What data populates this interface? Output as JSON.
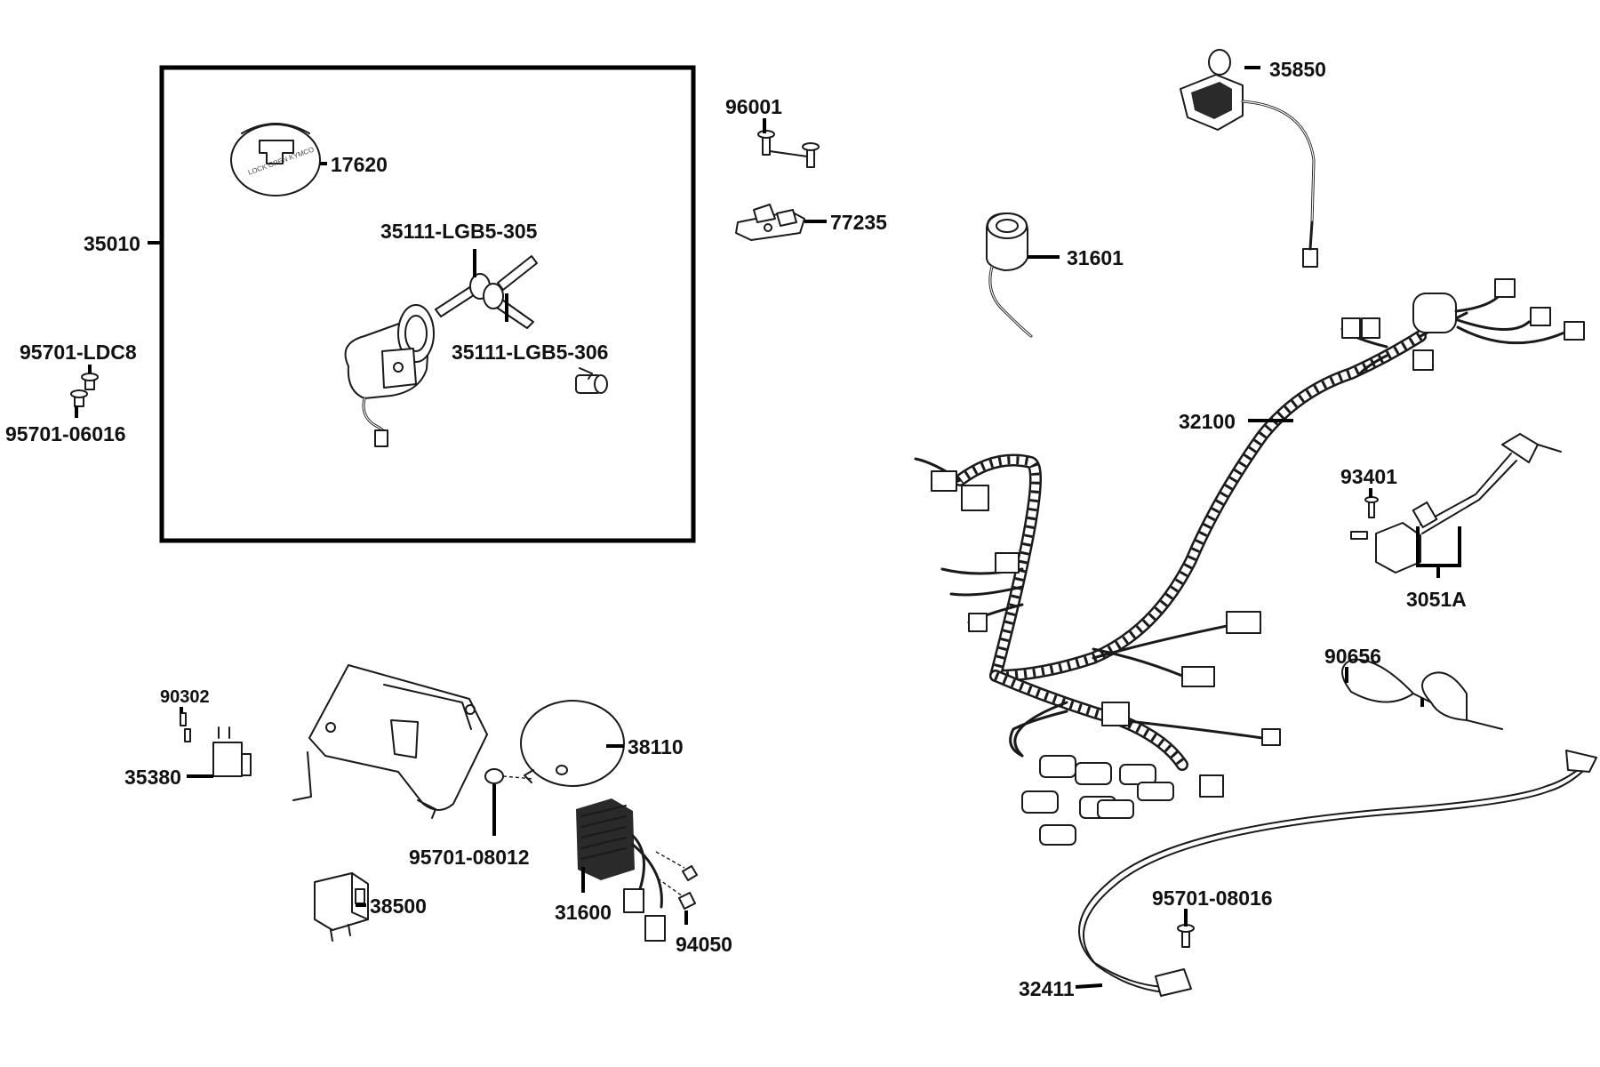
{
  "parts": {
    "p35010": "35010",
    "p17620": "17620",
    "p35111_305": "35111-LGB5-305",
    "p35111_306": "35111-LGB5-306",
    "p95701_LDC8": "95701-LDC8",
    "p95701_06016": "95701-06016",
    "p96001": "96001",
    "p77235": "77235",
    "p35850": "35850",
    "p31601": "31601",
    "p32100": "32100",
    "p93401": "93401",
    "p3051A": "3051A",
    "p90656": "90656",
    "p90302": "90302",
    "p35380": "35380",
    "p38110": "38110",
    "p95701_08012": "95701-08012",
    "p31600": "31600",
    "p94050": "94050",
    "p38500": "38500",
    "p95701_08016": "95701-08016",
    "p32411": "32411"
  },
  "stamps": {
    "cap_text": "LOCK OPEN KYMCO"
  }
}
